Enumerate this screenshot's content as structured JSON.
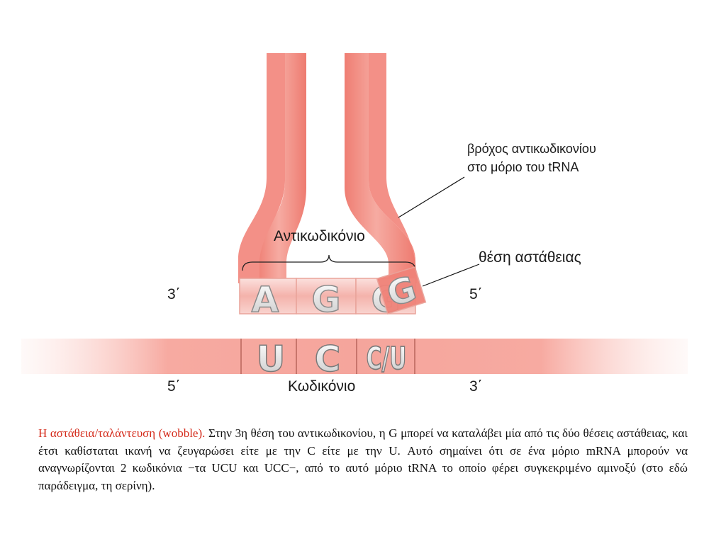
{
  "labels": {
    "loop_line1": "βρόχος αντικωδικονίου",
    "loop_line2": "στο μόριο του tRNA",
    "anticodon": "Αντικωδικόνιο",
    "wobble_position": "θέση αστάθειας",
    "trna_left_end": "3΄",
    "trna_right_end": "5΄",
    "mrna_left_end": "5΄",
    "mrna_right_end": "3΄",
    "codon": "Κωδικόνιο"
  },
  "anticodon_bases": [
    "A",
    "G",
    "G"
  ],
  "wobble_base": "G",
  "codon_bases": [
    "U",
    "C",
    "C/U"
  ],
  "caption": {
    "title": "Η αστάθεια/ταλάντευση (wobble).",
    "body": " Στην 3η θέση του αντικωδικονίου, η G μπορεί να καταλάβει μία από τις δύο θέσεις αστάθειας, και έτσι καθίσταται ικανή να ζευγαρώσει είτε με την C είτε με την U. Αυτό σημαίνει ότι σε ένα μόριο mRNA μπορούν να αναγνωρίζονται 2 κωδικόνια −τα UCU και UCC−, από το αυτό μόριο tRNA το οποίο φέρει συγκεκριμένο αμινοξύ (στο εδώ παράδειγμα, τη σερίνη)."
  },
  "colors": {
    "strand": "#f28b80",
    "strand_highlight": "#f6aaa1",
    "caption_title": "#d42a1a"
  }
}
